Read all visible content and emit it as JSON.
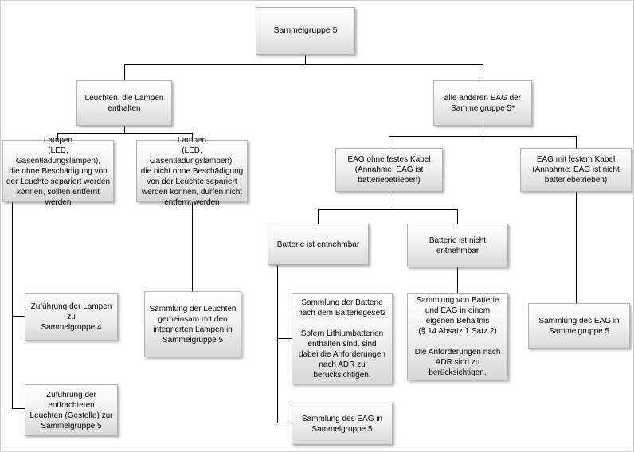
{
  "diagram": {
    "type": "flowchart",
    "language": "de",
    "topic": "Sammelgruppe 5 – Behandlung von Leuchten, Lampen und EAG"
  },
  "nodes": {
    "root": {
      "text": "Sammelgruppe 5"
    },
    "leuchten": {
      "text": "Leuchten, die Lampen\nenthalten"
    },
    "andere": {
      "text": "alle anderen EAG der\nSammelgruppe 5*"
    },
    "lampen_separierbar": {
      "text": "Lampen\n(LED, Gasentladungslampen),\ndie ohne Beschädigung von der Leuchte separiert werden können, sollten entfernt werden"
    },
    "lampen_nicht_separierbar": {
      "text": "Lampen\n(LED, Gasentladungslampen),\ndie nicht ohne Beschädigung von der Leuchte separiert werden können, dürfen nicht entfernt werden"
    },
    "eag_ohne_kabel": {
      "text": "EAG ohne festes Kabel\n(Annahme: EAG ist\nbatteriebetrieben)"
    },
    "eag_mit_kabel": {
      "text": "EAG mit festem Kabel\n(Annahme: EAG ist nicht\nbatteriebetrieben)"
    },
    "batterie_entnehmbar": {
      "text": "Batterie ist entnehmbar"
    },
    "batterie_nicht_entnehmbar": {
      "text": "Batterie ist nicht\nentnehmbar"
    },
    "zufuehrung_lampen": {
      "text": "Zuführung der Lampen zu\nSammelgruppe 4"
    },
    "zufuehrung_leuchten": {
      "text": "Zuführung der entfrachteten\nLeuchten (Gestelle) zur\nSammelgruppe 5"
    },
    "sammlung_leuchten": {
      "text": "Sammlung der Leuchten\ngemeinsam mit den\nintegrierten Lampen in\nSammelgruppe 5"
    },
    "sammlung_batterie": {
      "text": "Sammlung der Batterie\nnach dem Batteriegesetz\n\nSofern Lithiumbatterien\nenthalten sind, sind\ndabei die Anforderungen\nnach ADR zu\nberücksichtigen."
    },
    "sammlung_eag_links": {
      "text": "Sammlung des EAG in\nSammelgruppe 5"
    },
    "sammlung_batterie_eag": {
      "text": "Sammlung von Batterie\nund EAG in einem\neigenen Behältnis\n(§ 14 Absatz 1 Satz 2)\n\nDie Anforderungen nach\nADR sind zu\nberücksichtigen."
    },
    "sammlung_eag_rechts": {
      "text": "Sammlung des EAG in\nSammelgruppe 5"
    }
  },
  "colors": {
    "box_border": "#b3b3b3",
    "box_gradient_top": "#ffffff",
    "box_gradient_bottom": "#d8d8d8",
    "connector": "#000000",
    "text": "#000000"
  }
}
